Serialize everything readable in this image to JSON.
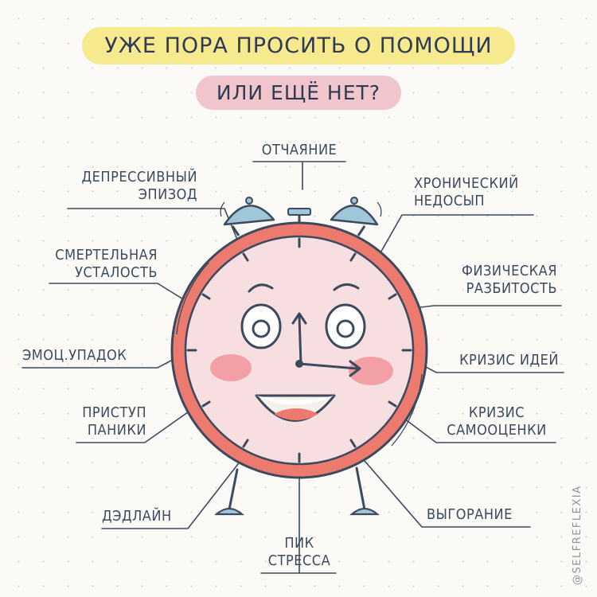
{
  "title": {
    "line1": "УЖЕ ПОРА ПРОСИТЬ О ПОМОЩИ",
    "line2": "ИЛИ ЕЩЁ НЕТ?"
  },
  "labels": {
    "despair": "ОТЧАЯНИЕ",
    "depressive_episode": [
      "ДЕПРЕССИВНЫЙ",
      "ЭПИЗОД"
    ],
    "chronic_sleep_deprivation": [
      "ХРОНИЧЕСКИЙ",
      "НЕДОСЫП"
    ],
    "mortal_fatigue": [
      "СМЕРТЕЛЬНАЯ",
      "УСТАЛОСТЬ"
    ],
    "physical_exhaustion": [
      "ФИЗИЧЕСКАЯ",
      "РАЗБИТОСТЬ"
    ],
    "emotional_decline": "ЭМОЦ.УПАДОК",
    "idea_crisis": "КРИЗИС ИДЕЙ",
    "panic_attack": [
      "ПРИСТУП",
      "ПАНИКИ"
    ],
    "self_esteem_crisis": [
      "КРИЗИС",
      "САМООЦЕНКИ"
    ],
    "deadline": "ДЭДЛАЙН",
    "burnout": "ВЫГОРАНИЕ",
    "stress_peak": [
      "ПИК",
      "СТРЕССА"
    ]
  },
  "credit": "@SELFREFLEXIA",
  "colors": {
    "title1_bg": "#f7e98e",
    "title2_bg": "#f0c6cc",
    "clock_rim": "#ec7a6e",
    "clock_face": "#f7dfe1",
    "outline": "#3c4a5e",
    "bell": "#9fc6d9",
    "cheek": "#f2a0a6"
  },
  "icons": [
    "alarm-clock-character-icon"
  ]
}
